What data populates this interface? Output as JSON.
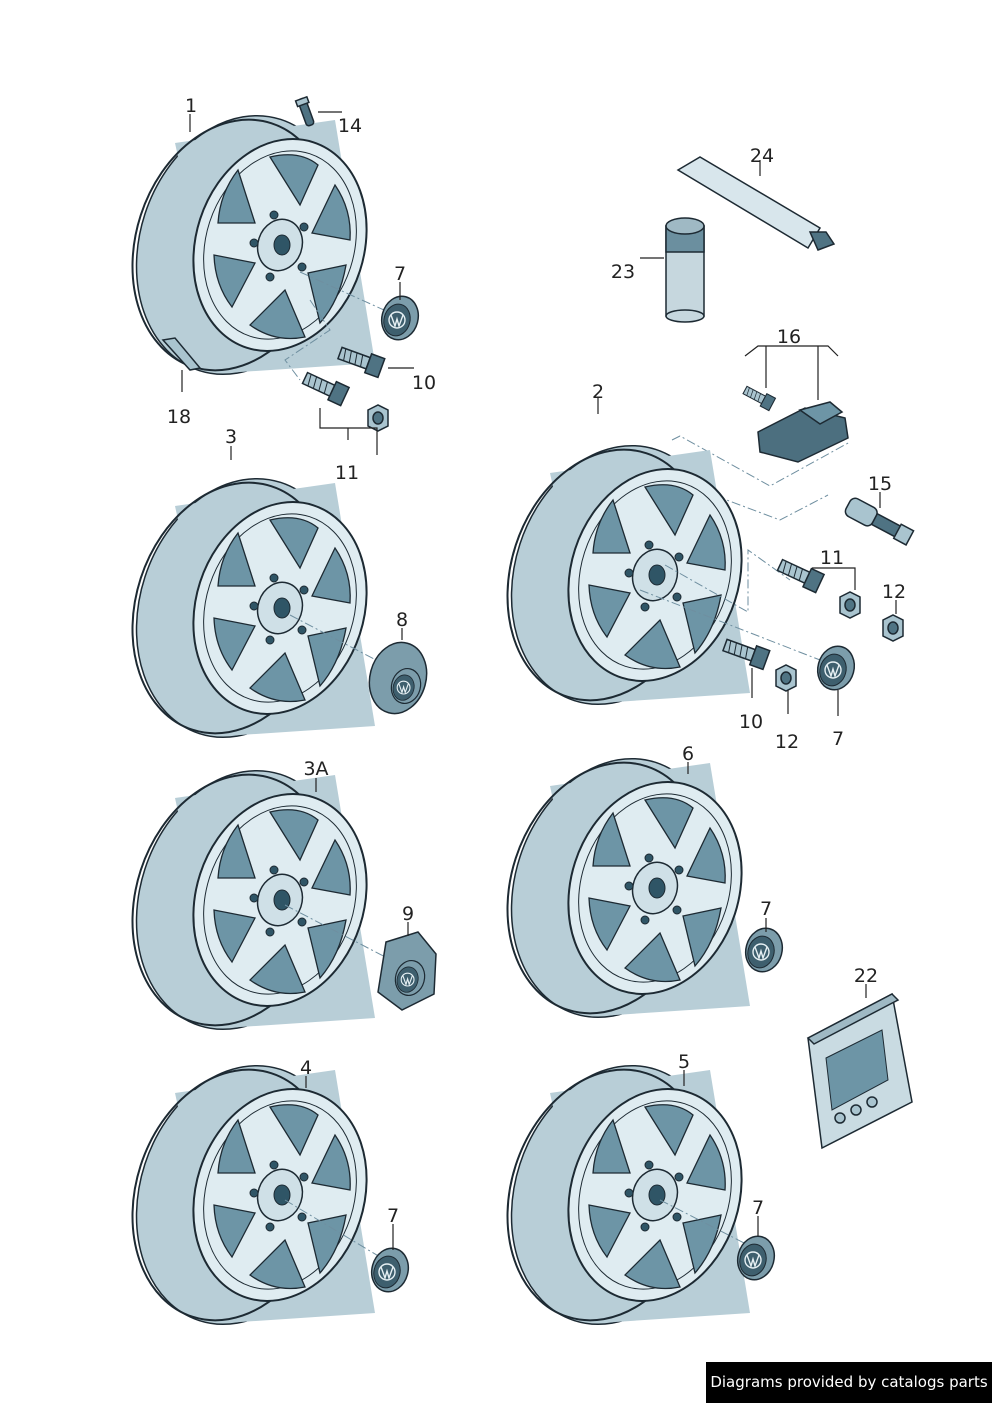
{
  "callouts": {
    "c1": "1",
    "c2": "2",
    "c3": "3",
    "c3a": "3A",
    "c4": "4",
    "c5": "5",
    "c6": "6",
    "c7a": "7",
    "c7b": "7",
    "c7c": "7",
    "c7d": "7",
    "c7e": "7",
    "c8": "8",
    "c9": "9",
    "c10a": "10",
    "c10b": "10",
    "c11a": "11",
    "c11b": "11",
    "c12a": "12",
    "c12b": "12",
    "c14": "14",
    "c15": "15",
    "c16": "16",
    "c18": "18",
    "c22": "22",
    "c23": "23",
    "c24": "24"
  },
  "footer": {
    "text": "Diagrams provided by catalogs parts"
  },
  "colors": {
    "rim_light": "#dfecf1",
    "rim_mid": "#b8ced7",
    "rim_dark": "#6d95a6",
    "outline": "#1d2a33",
    "footer_bg": "#000000",
    "footer_text": "#ffffff"
  }
}
